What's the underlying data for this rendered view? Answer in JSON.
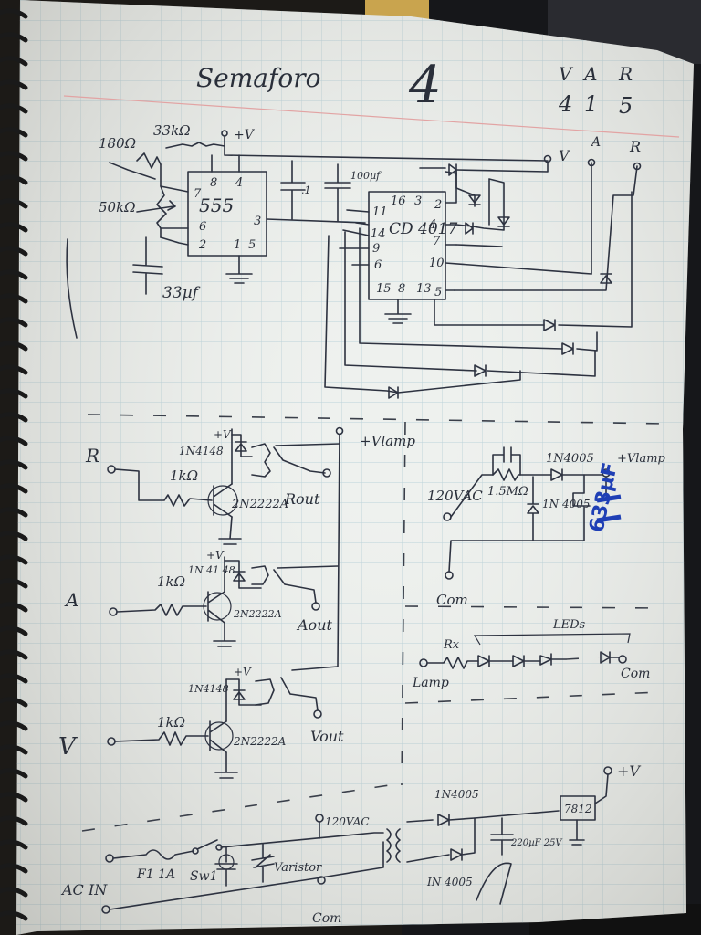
{
  "title": "Semaforo",
  "page_number": "4",
  "legend": {
    "headers": [
      "V",
      "A",
      "R"
    ],
    "values": [
      "4",
      "1",
      "5"
    ]
  },
  "timer": {
    "chip": "555",
    "pins": [
      "8",
      "4",
      "7",
      "6",
      "2",
      "1",
      "5",
      "3"
    ],
    "r1": "180Ω",
    "r2": "33kΩ",
    "pot": "50kΩ",
    "cap": "33µf",
    "supply": "+V",
    "cap_small": ".1",
    "cap_bulk": "100µf"
  },
  "counter": {
    "chip": "CD 4017",
    "pins": [
      "16",
      "3",
      "2",
      "11",
      "4",
      "14",
      "7",
      "9",
      "10",
      "6",
      "15",
      "8",
      "13",
      "5"
    ],
    "outputs": [
      "V",
      "A",
      "R"
    ]
  },
  "drivers": [
    {
      "input": "R",
      "diode": "1N4148",
      "resistor": "1kΩ",
      "transistor": "2N2222A",
      "output": "Rout"
    },
    {
      "input": "A",
      "diode": "1N 41 48",
      "resistor": "1kΩ",
      "transistor": "2N2222A",
      "output": "Aout"
    },
    {
      "input": "V",
      "diode": "1N4148",
      "resistor": "1kΩ",
      "transistor": "2N2222A",
      "output": "Vout"
    }
  ],
  "relay_supply": "+Vlamp",
  "lamp_supply": {
    "source": "120VAC",
    "resistor": "1.5MΩ",
    "diode1": "1N4005",
    "diode2": "1N 4005",
    "output": "+Vlamp",
    "common": "Com",
    "annotation": "633µF"
  },
  "led_string": {
    "label": "LEDs",
    "resistor": "Rx",
    "input": "Lamp",
    "common": "Com"
  },
  "power": {
    "ac_in": "AC IN",
    "fuse": "F1 1A",
    "switch": "Sw1",
    "varistor": "Varistor",
    "bus": "120VAC",
    "common": "Com",
    "diode_top": "1N4005",
    "diode_bottom": "IN 4005",
    "cap": "220µF 25V",
    "regulator": "7812",
    "output": "+V"
  }
}
